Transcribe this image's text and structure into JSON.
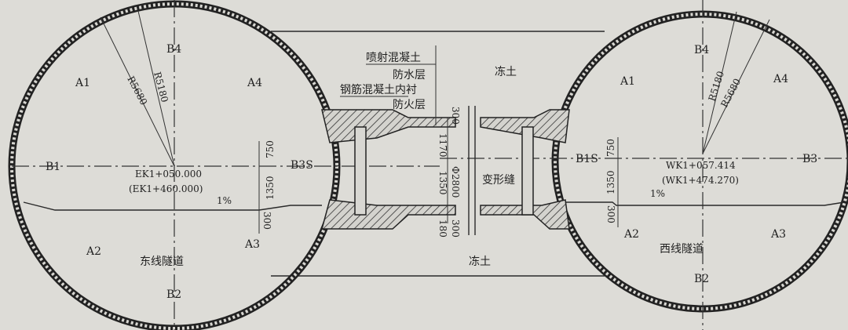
{
  "title": "Cross passage between East and West tunnels",
  "left_tunnel": {
    "name": "东线隧道",
    "zones": [
      "A1",
      "A4",
      "A2",
      "A3"
    ],
    "points": {
      "top": "B4",
      "left": "B1",
      "right": "B3S",
      "bottom": "B2"
    },
    "radius_outer": "R5680",
    "radius_inner": "R5180",
    "chainage": "EK1+050.000",
    "chainage_alt": "(EK1+460.000)",
    "slope": "1%",
    "dims": {
      "upper": "750",
      "middle": "1350",
      "lower": "300"
    }
  },
  "right_tunnel": {
    "name": "西线隧道",
    "zones": [
      "A1",
      "A4",
      "A2",
      "A3"
    ],
    "points": {
      "top": "B4",
      "left": "B1S",
      "right": "B3",
      "bottom": "B2"
    },
    "radius_inner": "R5180",
    "radius_outer": "R5680",
    "chainage": "WK1+057.414",
    "chainage_alt": "(WK1+474.270)",
    "slope": "1%",
    "dims": {
      "upper": "750",
      "middle": "1350",
      "lower": "300"
    }
  },
  "passage": {
    "layers": [
      "喷射混凝土",
      "防水层",
      "钢筋混凝土内衬",
      "防火层"
    ],
    "soil_top": "冻土",
    "soil_bottom": "冻土",
    "joint_label": "变形缝",
    "dims": {
      "top": "300",
      "h1": "1170",
      "h2": "1350",
      "diameter": "Φ2800",
      "b1": "180",
      "b2": "300"
    }
  }
}
